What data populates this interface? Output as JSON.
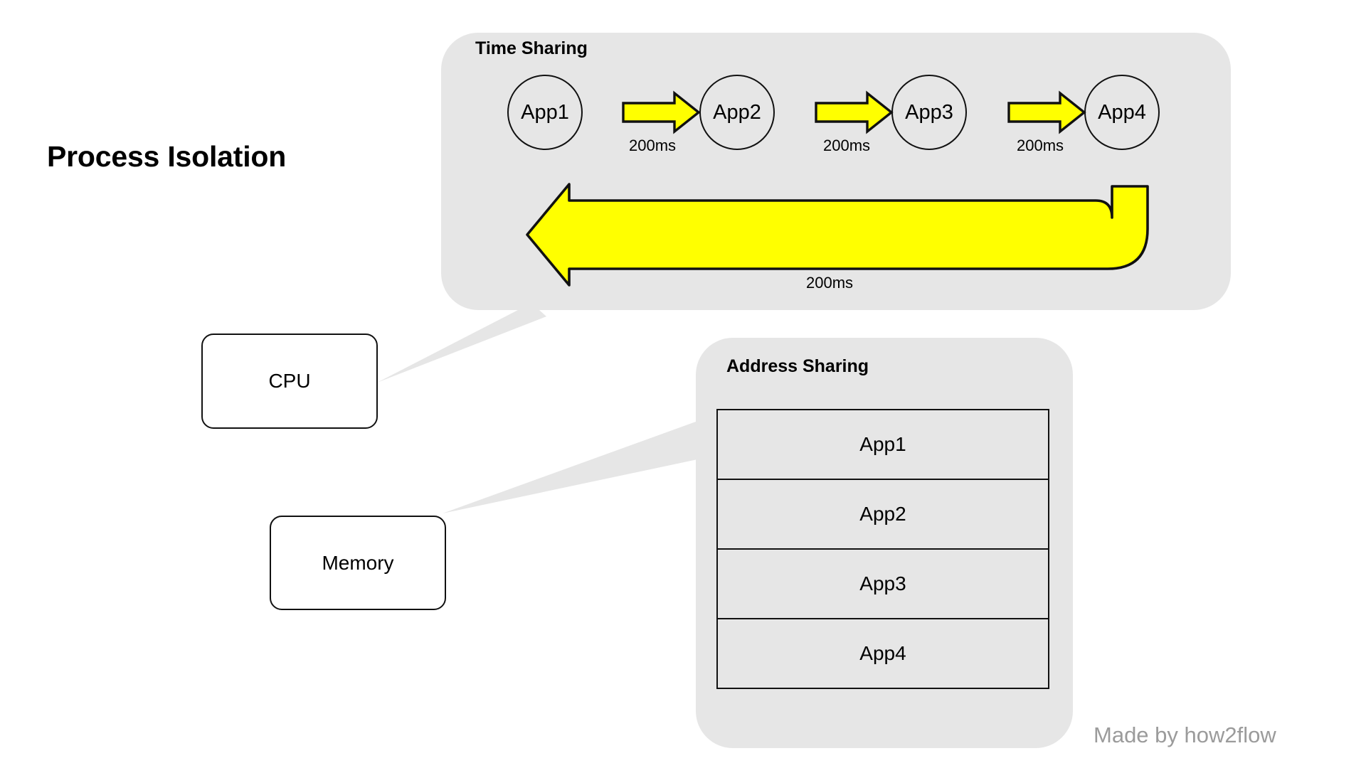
{
  "page": {
    "title": "Process Isolation",
    "watermark": "Made by how2flow",
    "background": "#ffffff"
  },
  "colors": {
    "panel_fill": "#e6e6e6",
    "arrow_fill": "#ffff00",
    "arrow_stroke": "#111111",
    "shape_stroke": "#111111",
    "box_fill": "#ffffff",
    "watermark_text": "#9b9b9b",
    "text": "#000000"
  },
  "resources": [
    {
      "id": "cpu",
      "label": "CPU"
    },
    {
      "id": "memory",
      "label": "Memory"
    }
  ],
  "time_sharing": {
    "heading": "Time Sharing",
    "nodes": [
      {
        "label": "App1"
      },
      {
        "label": "App2"
      },
      {
        "label": "App3"
      },
      {
        "label": "App4"
      }
    ],
    "transitions": [
      {
        "from": "App1",
        "to": "App2",
        "label": "200ms"
      },
      {
        "from": "App2",
        "to": "App3",
        "label": "200ms"
      },
      {
        "from": "App3",
        "to": "App4",
        "label": "200ms"
      }
    ],
    "return_transition": {
      "from": "App4",
      "to": "App1",
      "label": "200ms"
    }
  },
  "address_sharing": {
    "heading": "Address Sharing",
    "rows": [
      {
        "label": "App1"
      },
      {
        "label": "App2"
      },
      {
        "label": "App3"
      },
      {
        "label": "App4"
      }
    ]
  },
  "connectors": [
    {
      "from": "time-sharing-panel",
      "to": "cpu",
      "kind": "callout-tail"
    },
    {
      "from": "address-sharing-panel",
      "to": "memory",
      "kind": "callout-tail"
    }
  ]
}
